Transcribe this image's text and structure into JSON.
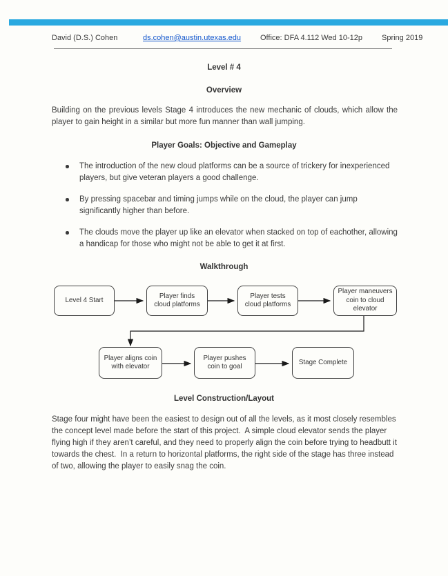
{
  "accent": {
    "bar_color": "#2aa9e0",
    "link_color": "#1155cc"
  },
  "header": {
    "name": "David (D.S.) Cohen",
    "email": "ds.cohen@austin.utexas.edu",
    "office": "Office: DFA 4.112 Wed 10-12p",
    "term": "Spring 2019"
  },
  "doc": {
    "title": "Level # 4",
    "overview": {
      "heading": "Overview",
      "text": "Building on the previous levels Stage 4 introduces the new mechanic of clouds, which allow the player to gain height in a similar but more fun manner than wall jumping."
    },
    "goals": {
      "heading": "Player Goals: Objective and Gameplay",
      "bullets": [
        "The introduction of the new cloud platforms can be a source of trickery for inexperienced players, but give veteran players a good challenge.",
        "By pressing spacebar and timing jumps while on the cloud, the player can jump significantly higher than before.",
        "The clouds move the player up like an elevator when stacked on top of eachother, allowing a handicap for those who might not be able to get it at first."
      ]
    },
    "walkthrough": {
      "heading": "Walkthrough",
      "flowchart": {
        "nodes": [
          "Level 4 Start",
          "Player finds cloud platforms",
          "Player tests cloud platforms",
          "Player maneuvers coin to cloud elevator",
          "Player aligns coin with elevator",
          "Player pushes coin to goal",
          "Stage Complete"
        ],
        "edges": [
          "Level 4 Start -> Player finds cloud platforms",
          "Player finds cloud platforms -> Player tests cloud platforms",
          "Player tests cloud platforms -> Player maneuvers coin to cloud elevator",
          "Player maneuvers coin to cloud elevator -> Player aligns coin with elevator",
          "Player aligns coin with elevator -> Player pushes coin to goal",
          "Player pushes coin to goal -> Stage Complete"
        ]
      }
    },
    "construction": {
      "heading": "Level Construction/Layout",
      "text": "Stage four might have been the easiest to design out of all the levels, as it most closely resembles the concept level made before the start of this project.  A simple cloud elevator sends the player flying high if they aren’t careful, and they need to properly align the coin before trying to headbutt it towards the chest.  In a return to horizontal platforms, the right side of the stage has three instead of two, allowing the player to easily snag the coin."
    }
  }
}
